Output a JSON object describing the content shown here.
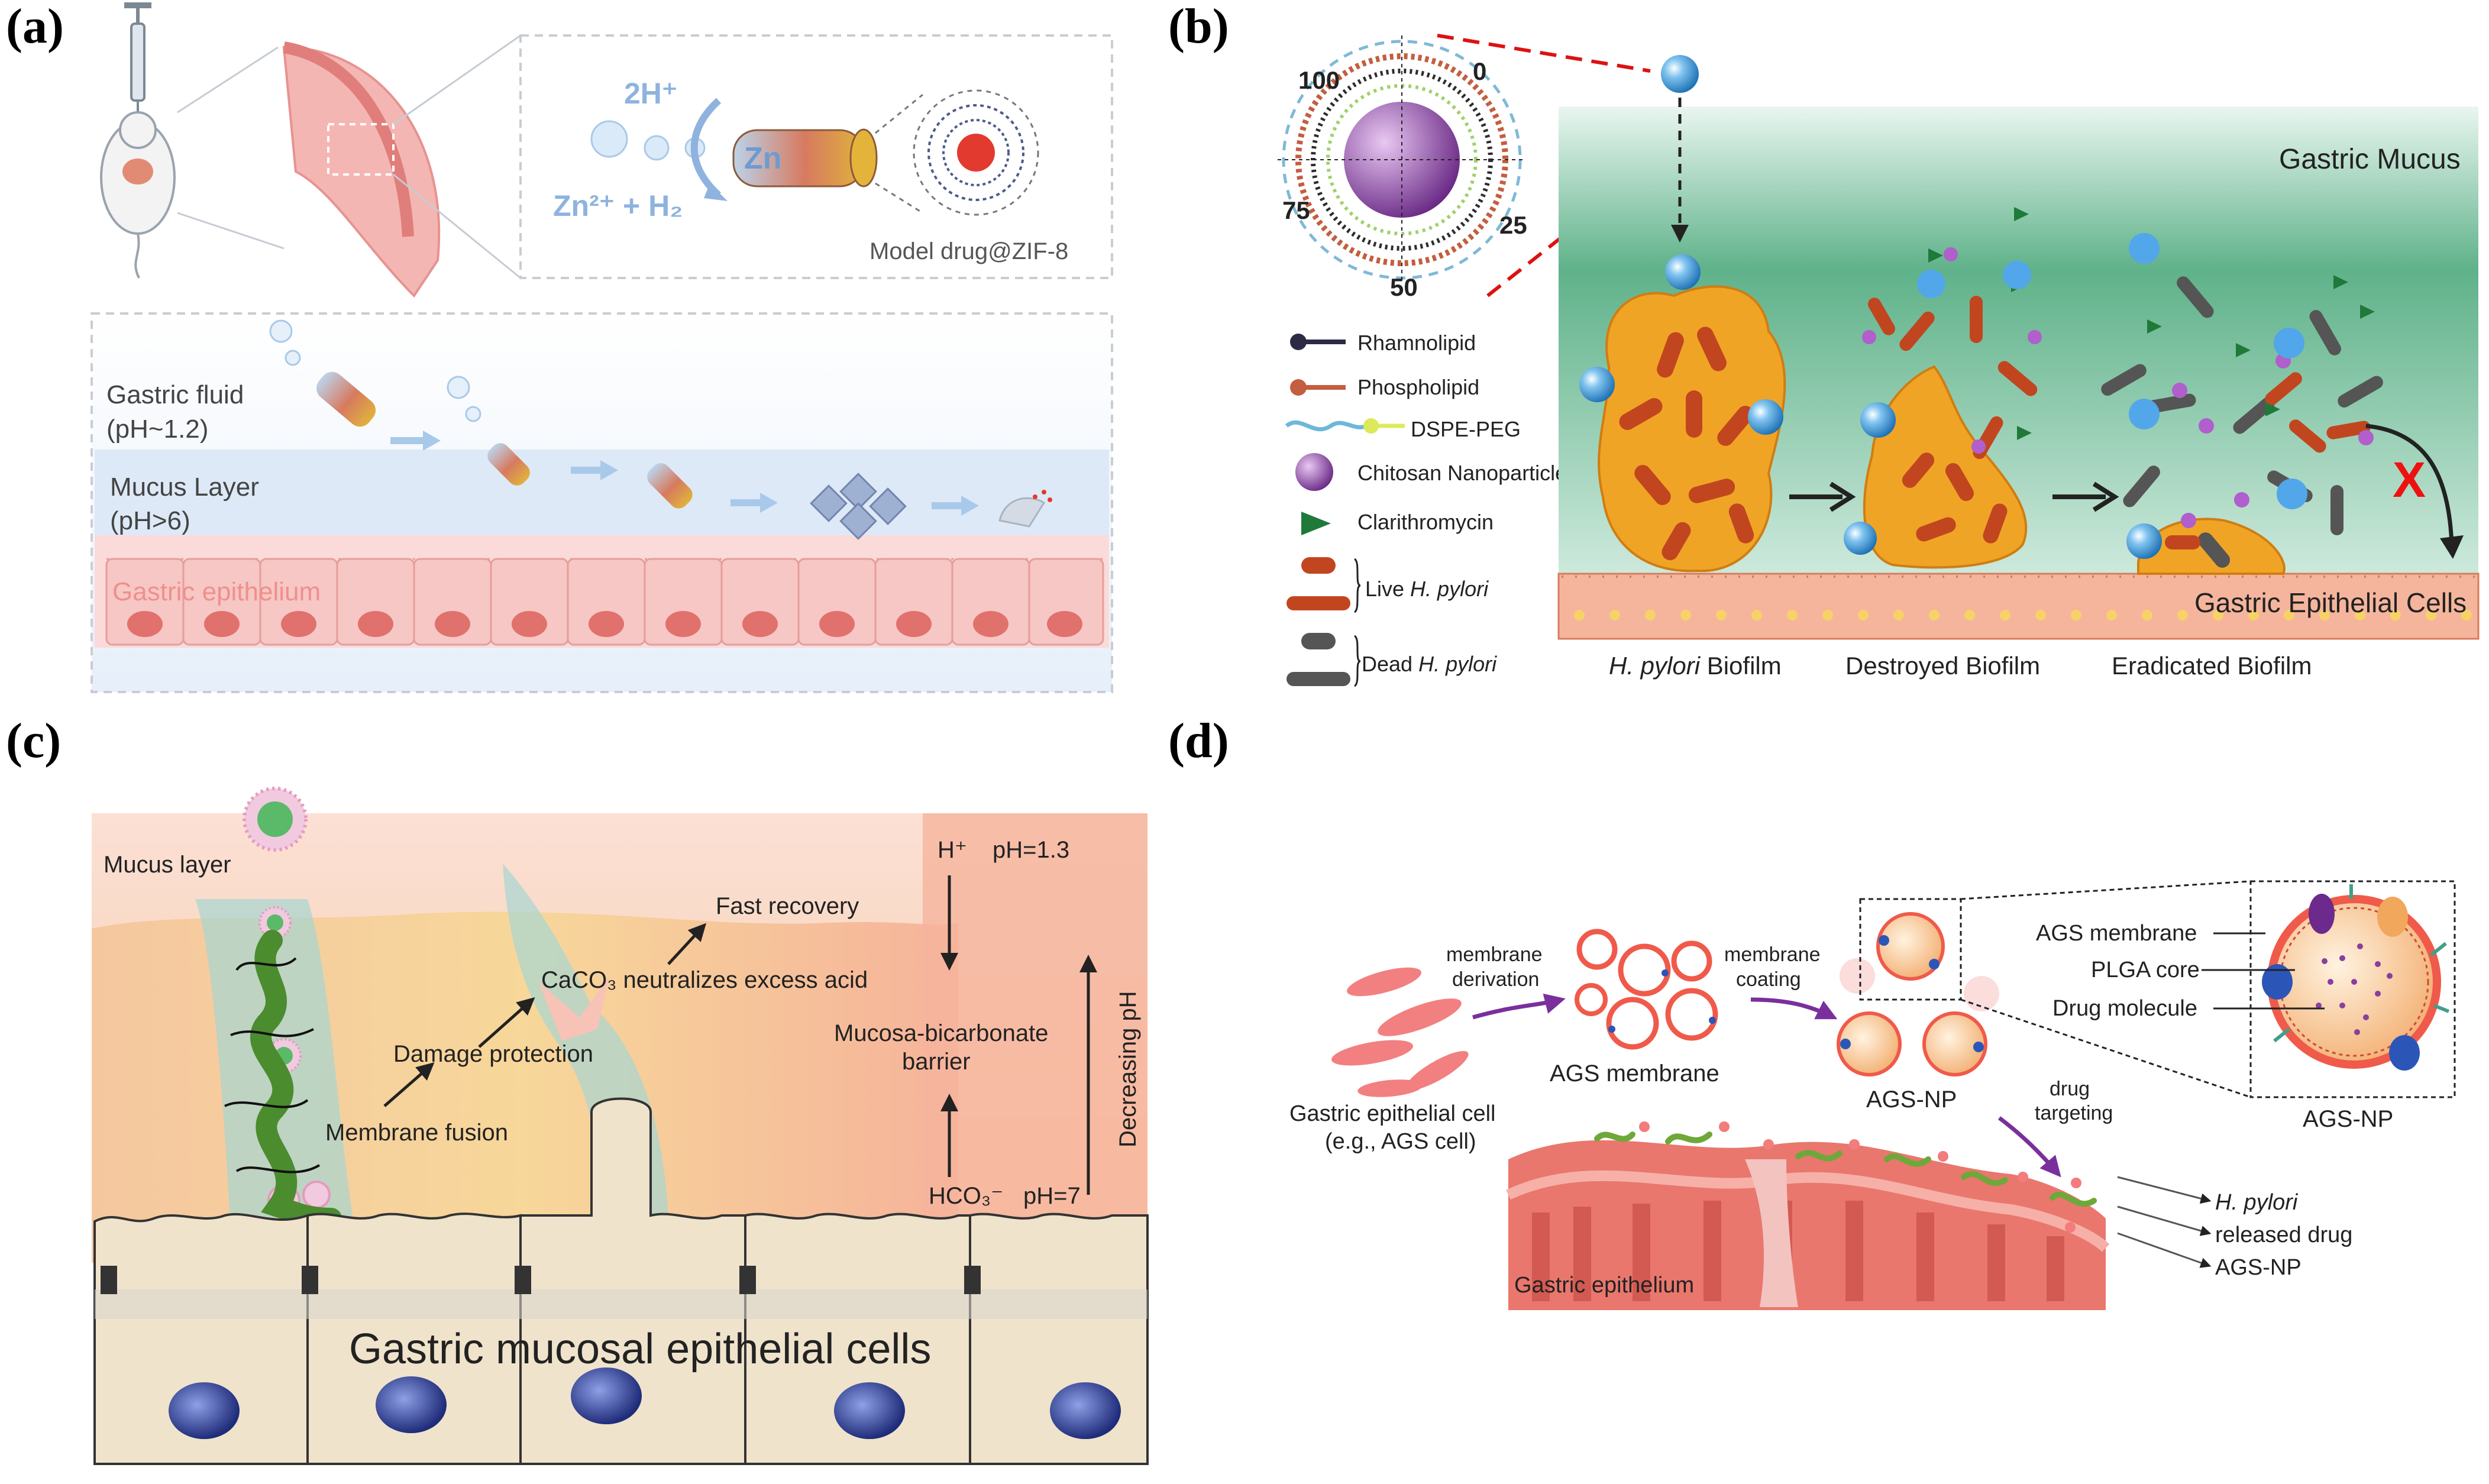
{
  "panels": {
    "a": {
      "label": "(a)",
      "reaction_reactant": "2H⁺",
      "zn_label": "Zn",
      "reaction_product_a": "Zn²⁺ + H₂",
      "drug_label": "Model drug@ZIF-8",
      "gastric_fluid": "Gastric fluid",
      "gastric_fluid_ph": "(pH~1.2)",
      "mucus_layer": "Mucus Layer",
      "mucus_layer_ph": "(pH>6)",
      "epithelium": "Gastric epithelium"
    },
    "b": {
      "label": "(b)",
      "dial": [
        "100",
        "0",
        "75",
        "25",
        "50"
      ],
      "legend": [
        "Rhamnolipid",
        "Phospholipid",
        "DSPE-PEG",
        "Chitosan Nanoparticle",
        "Clarithromycin"
      ],
      "live_prefix": "Live ",
      "dead_prefix": "Dead ",
      "species": "H. pylori",
      "gastric_mucus": "Gastric Mucus",
      "epithelial_cells": "Gastric Epithelial Cells",
      "biofilm_suffix": " Biofilm",
      "destroyed": "Destroyed Biofilm",
      "eradicated": "Eradicated Biofilm",
      "x_mark": "X"
    },
    "c": {
      "label": "(c)",
      "mucus_layer": "Mucus layer",
      "fast_recovery": "Fast recovery",
      "caco3": "CaCO₃ neutralizes excess acid",
      "damage_protection": "Damage protection",
      "membrane_fusion": "Membrane fusion",
      "h_plus": "H⁺",
      "ph_low": "pH=1.3",
      "barrier_1": "Mucosa-bicarbonate",
      "barrier_2": "barrier",
      "hco3": "HCO₃⁻",
      "ph_high": "pH=7",
      "decreasing_ph": "Decreasing pH",
      "cells": "Gastric mucosal epithelial cells"
    },
    "d": {
      "label": "(d)",
      "membrane_derivation_1": "membrane",
      "membrane_derivation_2": "derivation",
      "membrane_coating_1": "membrane",
      "membrane_coating_2": "coating",
      "ags_membrane": "AGS membrane",
      "ags_np": "AGS-NP",
      "cell_1": "Gastric epithelial cell",
      "cell_2": "(e.g., AGS cell)",
      "drug_targeting_1": "drug",
      "drug_targeting_2": "targeting",
      "inset_membrane": "AGS membrane",
      "inset_core": "PLGA core",
      "inset_drug": "Drug molecule",
      "inset_caption": "AGS-NP",
      "h_pylori": "H. pylori",
      "released_drug": "released drug",
      "ags_np_2": "AGS-NP",
      "epithelium": "Gastric epithelium"
    }
  },
  "colors": {
    "mucus_green": "#5fb28a",
    "biofilm_orange": "#f0a426",
    "bacteria_red": "#c1461f",
    "epithelium_pink": "#f0a8a0",
    "cell_beige": "#efe3cc",
    "nucleus_blue": "#2e3f8f",
    "nanoparticle_purple": "#8a3ea0",
    "drug_green": "#1f7a3a"
  }
}
